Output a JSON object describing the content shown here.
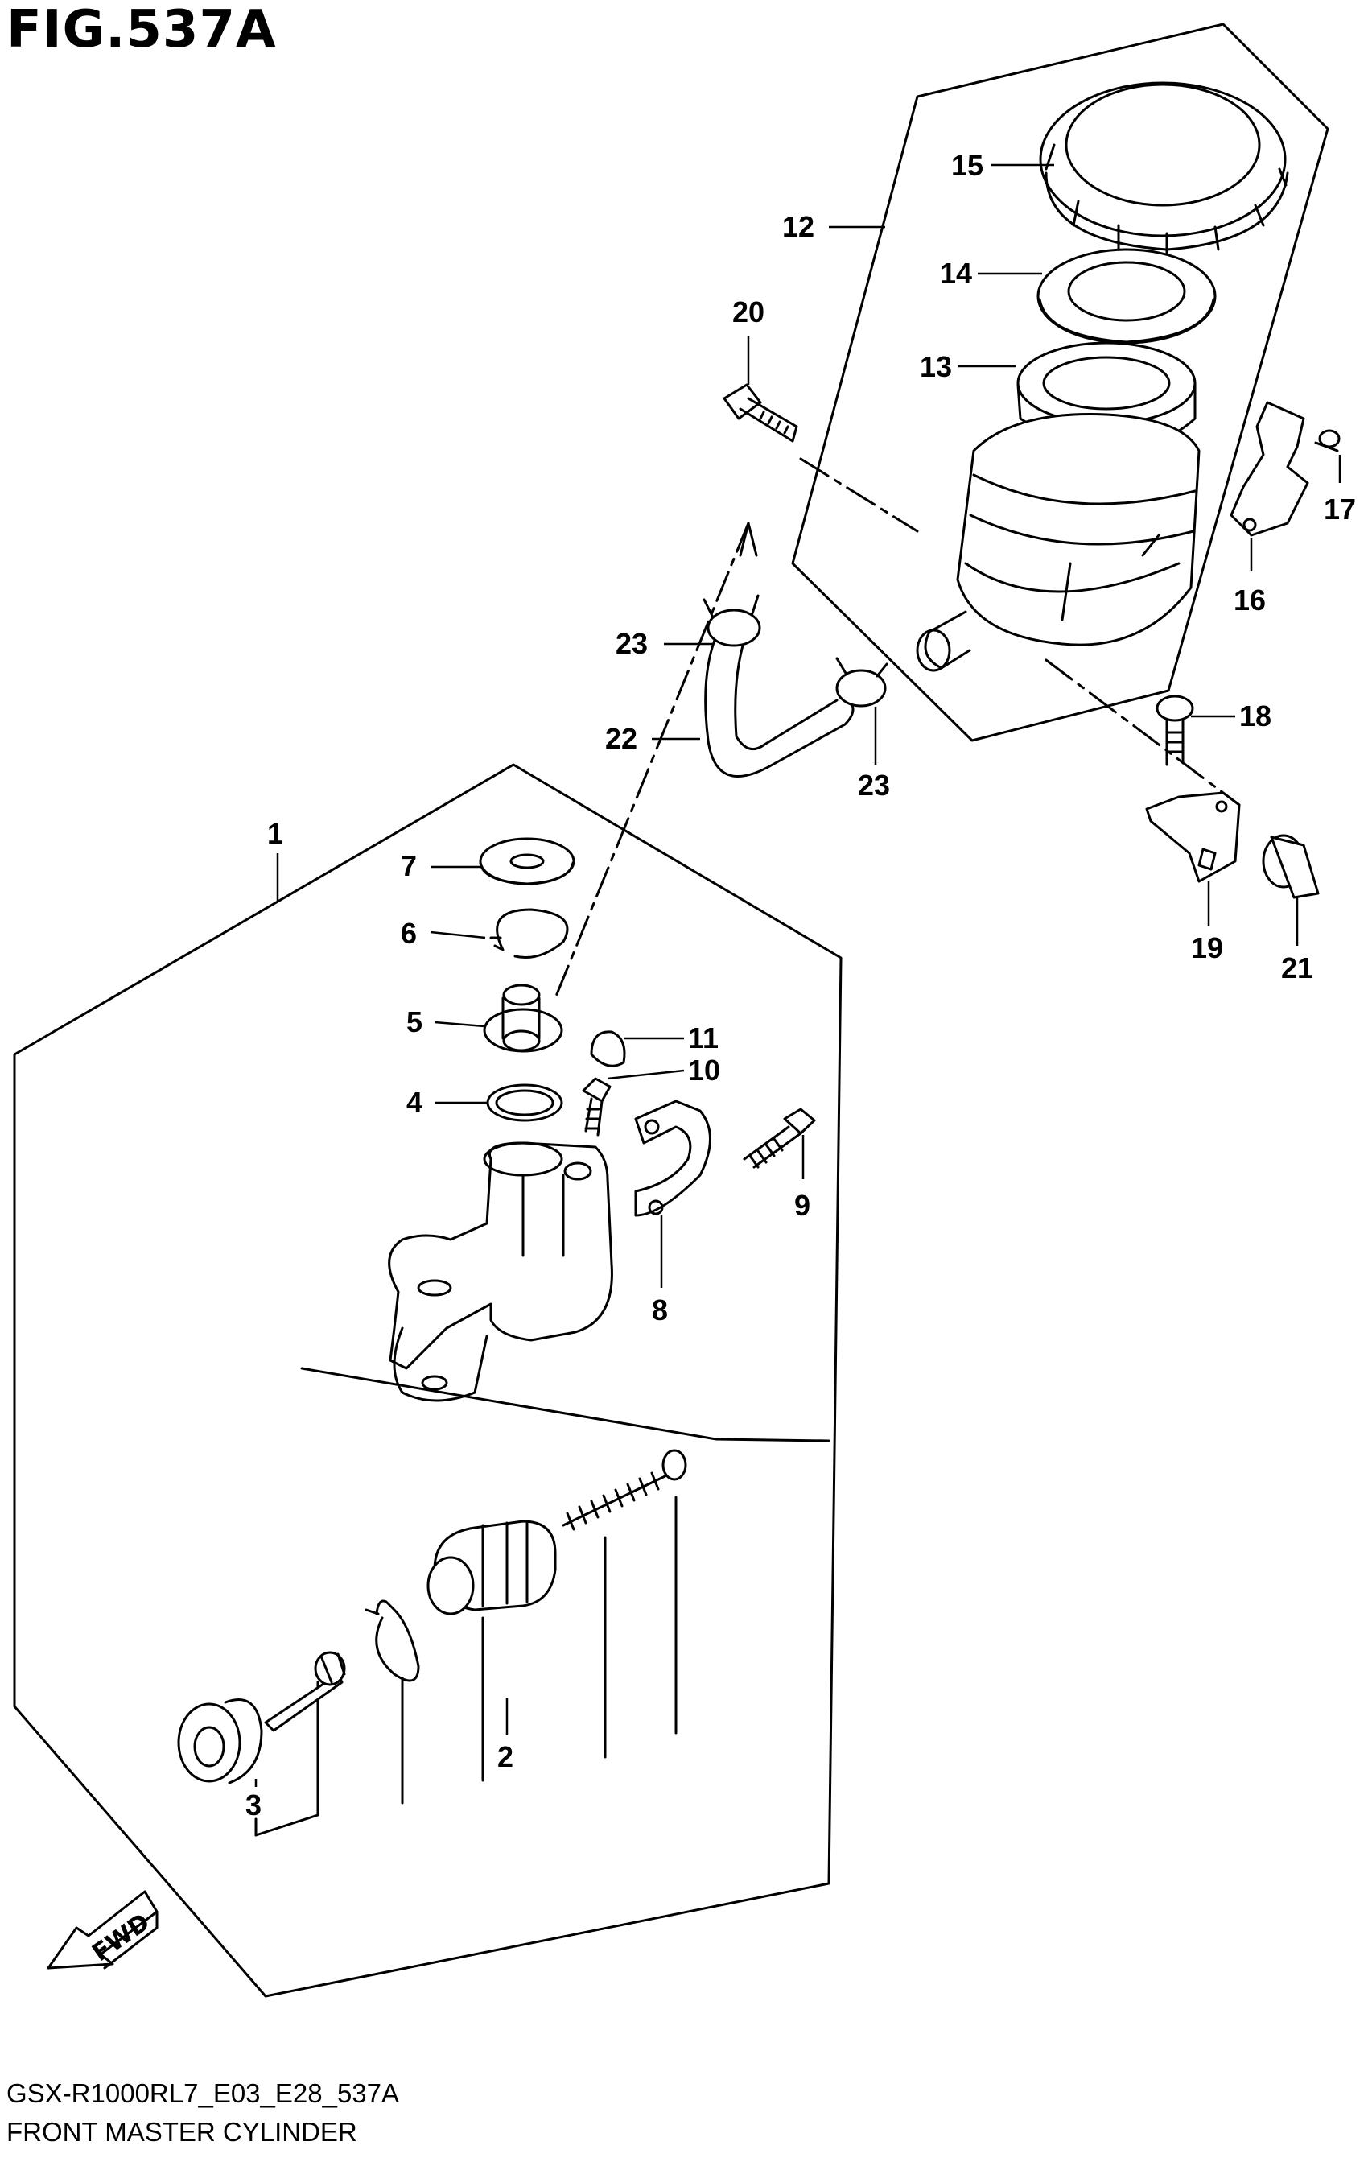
{
  "figure": {
    "title": "FIG.537A",
    "model_code": "GSX-R1000RL7_E03_E28_537A",
    "name": "FRONT MASTER CYLINDER"
  },
  "fwd_label": "FWD",
  "callouts": [
    {
      "id": "1",
      "label": "1"
    },
    {
      "id": "2",
      "label": "2"
    },
    {
      "id": "3",
      "label": "3"
    },
    {
      "id": "4",
      "label": "4"
    },
    {
      "id": "5",
      "label": "5"
    },
    {
      "id": "6",
      "label": "6"
    },
    {
      "id": "7",
      "label": "7"
    },
    {
      "id": "8",
      "label": "8"
    },
    {
      "id": "9",
      "label": "9"
    },
    {
      "id": "10",
      "label": "10"
    },
    {
      "id": "11",
      "label": "11"
    },
    {
      "id": "12",
      "label": "12"
    },
    {
      "id": "13",
      "label": "13"
    },
    {
      "id": "14",
      "label": "14"
    },
    {
      "id": "15",
      "label": "15"
    },
    {
      "id": "16",
      "label": "16"
    },
    {
      "id": "17",
      "label": "17"
    },
    {
      "id": "18",
      "label": "18"
    },
    {
      "id": "19",
      "label": "19"
    },
    {
      "id": "20",
      "label": "20"
    },
    {
      "id": "21",
      "label": "21"
    },
    {
      "id": "22",
      "label": "22"
    },
    {
      "id": "23a",
      "label": "23"
    },
    {
      "id": "23b",
      "label": "23"
    }
  ]
}
